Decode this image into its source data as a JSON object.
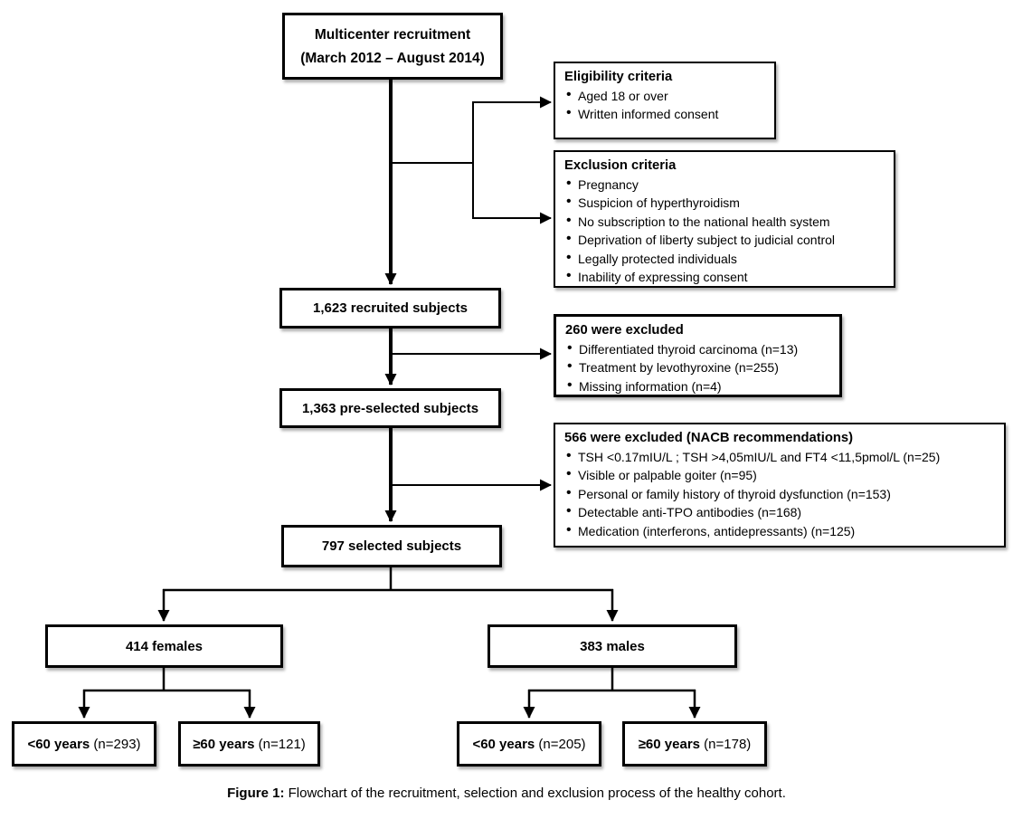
{
  "page": {
    "background": "#ffffff",
    "line_color": "#000000"
  },
  "caption": {
    "label": "Figure 1:",
    "text": " Flowchart of the recruitment, selection and exclusion process of the healthy cohort."
  },
  "boxes": {
    "recruitment": {
      "line1": "Multicenter recruitment",
      "line2": "(March 2012 – August 2014)"
    },
    "eligibility": {
      "title": "Eligibility criteria",
      "items": [
        "Aged 18 or over",
        "Written informed consent"
      ]
    },
    "exclusion": {
      "title": "Exclusion criteria",
      "items": [
        "Pregnancy",
        "Suspicion of hyperthyroidism",
        "No subscription to the national health system",
        "Deprivation of liberty subject to judicial control",
        "Legally protected individuals",
        "Inability of expressing consent"
      ]
    },
    "recruited": {
      "label": "1,623 recruited subjects"
    },
    "excluded_260": {
      "title": "260 were excluded",
      "items": [
        "Differentiated thyroid carcinoma (n=13)",
        "Treatment by levothyroxine (n=255)",
        "Missing information (n=4)"
      ]
    },
    "preselected": {
      "label": "1,363 pre-selected subjects"
    },
    "excluded_566": {
      "title": "566 were excluded (NACB recommendations)",
      "items": [
        "TSH <0.17mIU/L ; TSH >4,05mIU/L and FT4 <11,5pmol/L (n=25)",
        "Visible or palpable goiter (n=95)",
        "Personal or family history of thyroid dysfunction (n=153)",
        "Detectable anti-TPO antibodies (n=168)",
        "Medication (interferons, antidepressants) (n=125)"
      ]
    },
    "selected": {
      "label": "797 selected subjects"
    },
    "females": {
      "label": "414 females"
    },
    "males": {
      "label": "383 males"
    },
    "females_under_60": {
      "group": "<60 years",
      "count": " (n=293)"
    },
    "females_60_plus": {
      "group": "≥60 years",
      "count": " (n=121)"
    },
    "males_under_60": {
      "group": "<60 years",
      "count": " (n=205)"
    },
    "males_60_plus": {
      "group": "≥60 years",
      "count": " (n=178)"
    }
  }
}
